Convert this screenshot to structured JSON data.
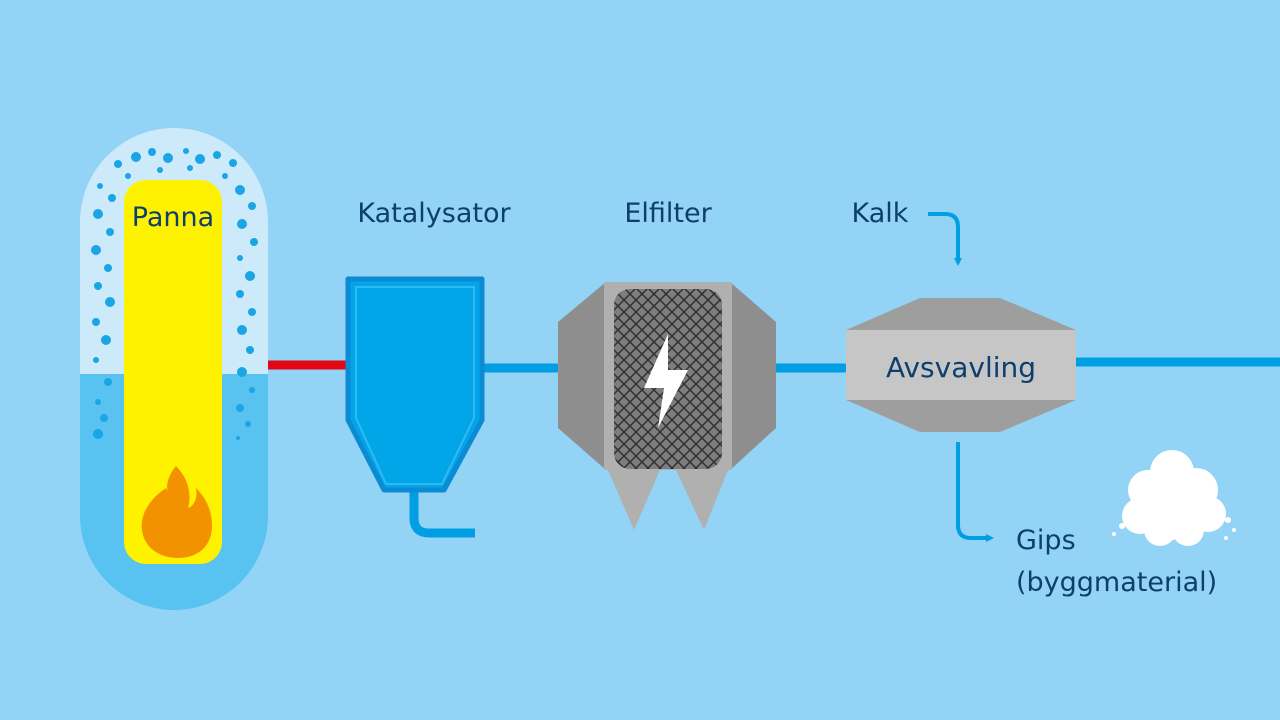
{
  "labels": {
    "panna": "Panna",
    "katalysator": "Katalysator",
    "elfilter": "Elfilter",
    "kalk": "Kalk",
    "avsvavling": "Avsvavling",
    "gips_line1": "Gips",
    "gips_line2": "(byggmaterial)"
  },
  "icons": {
    "fire": "fire-icon",
    "lightning": "lightning-icon",
    "cloud": "gypsum-cloud-icon"
  },
  "colors": {
    "background": "#93d3f5",
    "text": "#0d3f6e",
    "pipe_blue": "#009fe3",
    "pipe_red": "#e30613",
    "flame_core": "#fff200",
    "flame": "#f39200",
    "water": "#58c2f1",
    "steam": "#cdeafa",
    "catalyst": "#00a6e8",
    "catalyst_edge": "#0b8bd4",
    "filter_dark": "#8e8e8e",
    "filter_light": "#b0b0b0",
    "scrubber": "#c6c6c6",
    "scrubber_dark": "#9e9e9e"
  }
}
